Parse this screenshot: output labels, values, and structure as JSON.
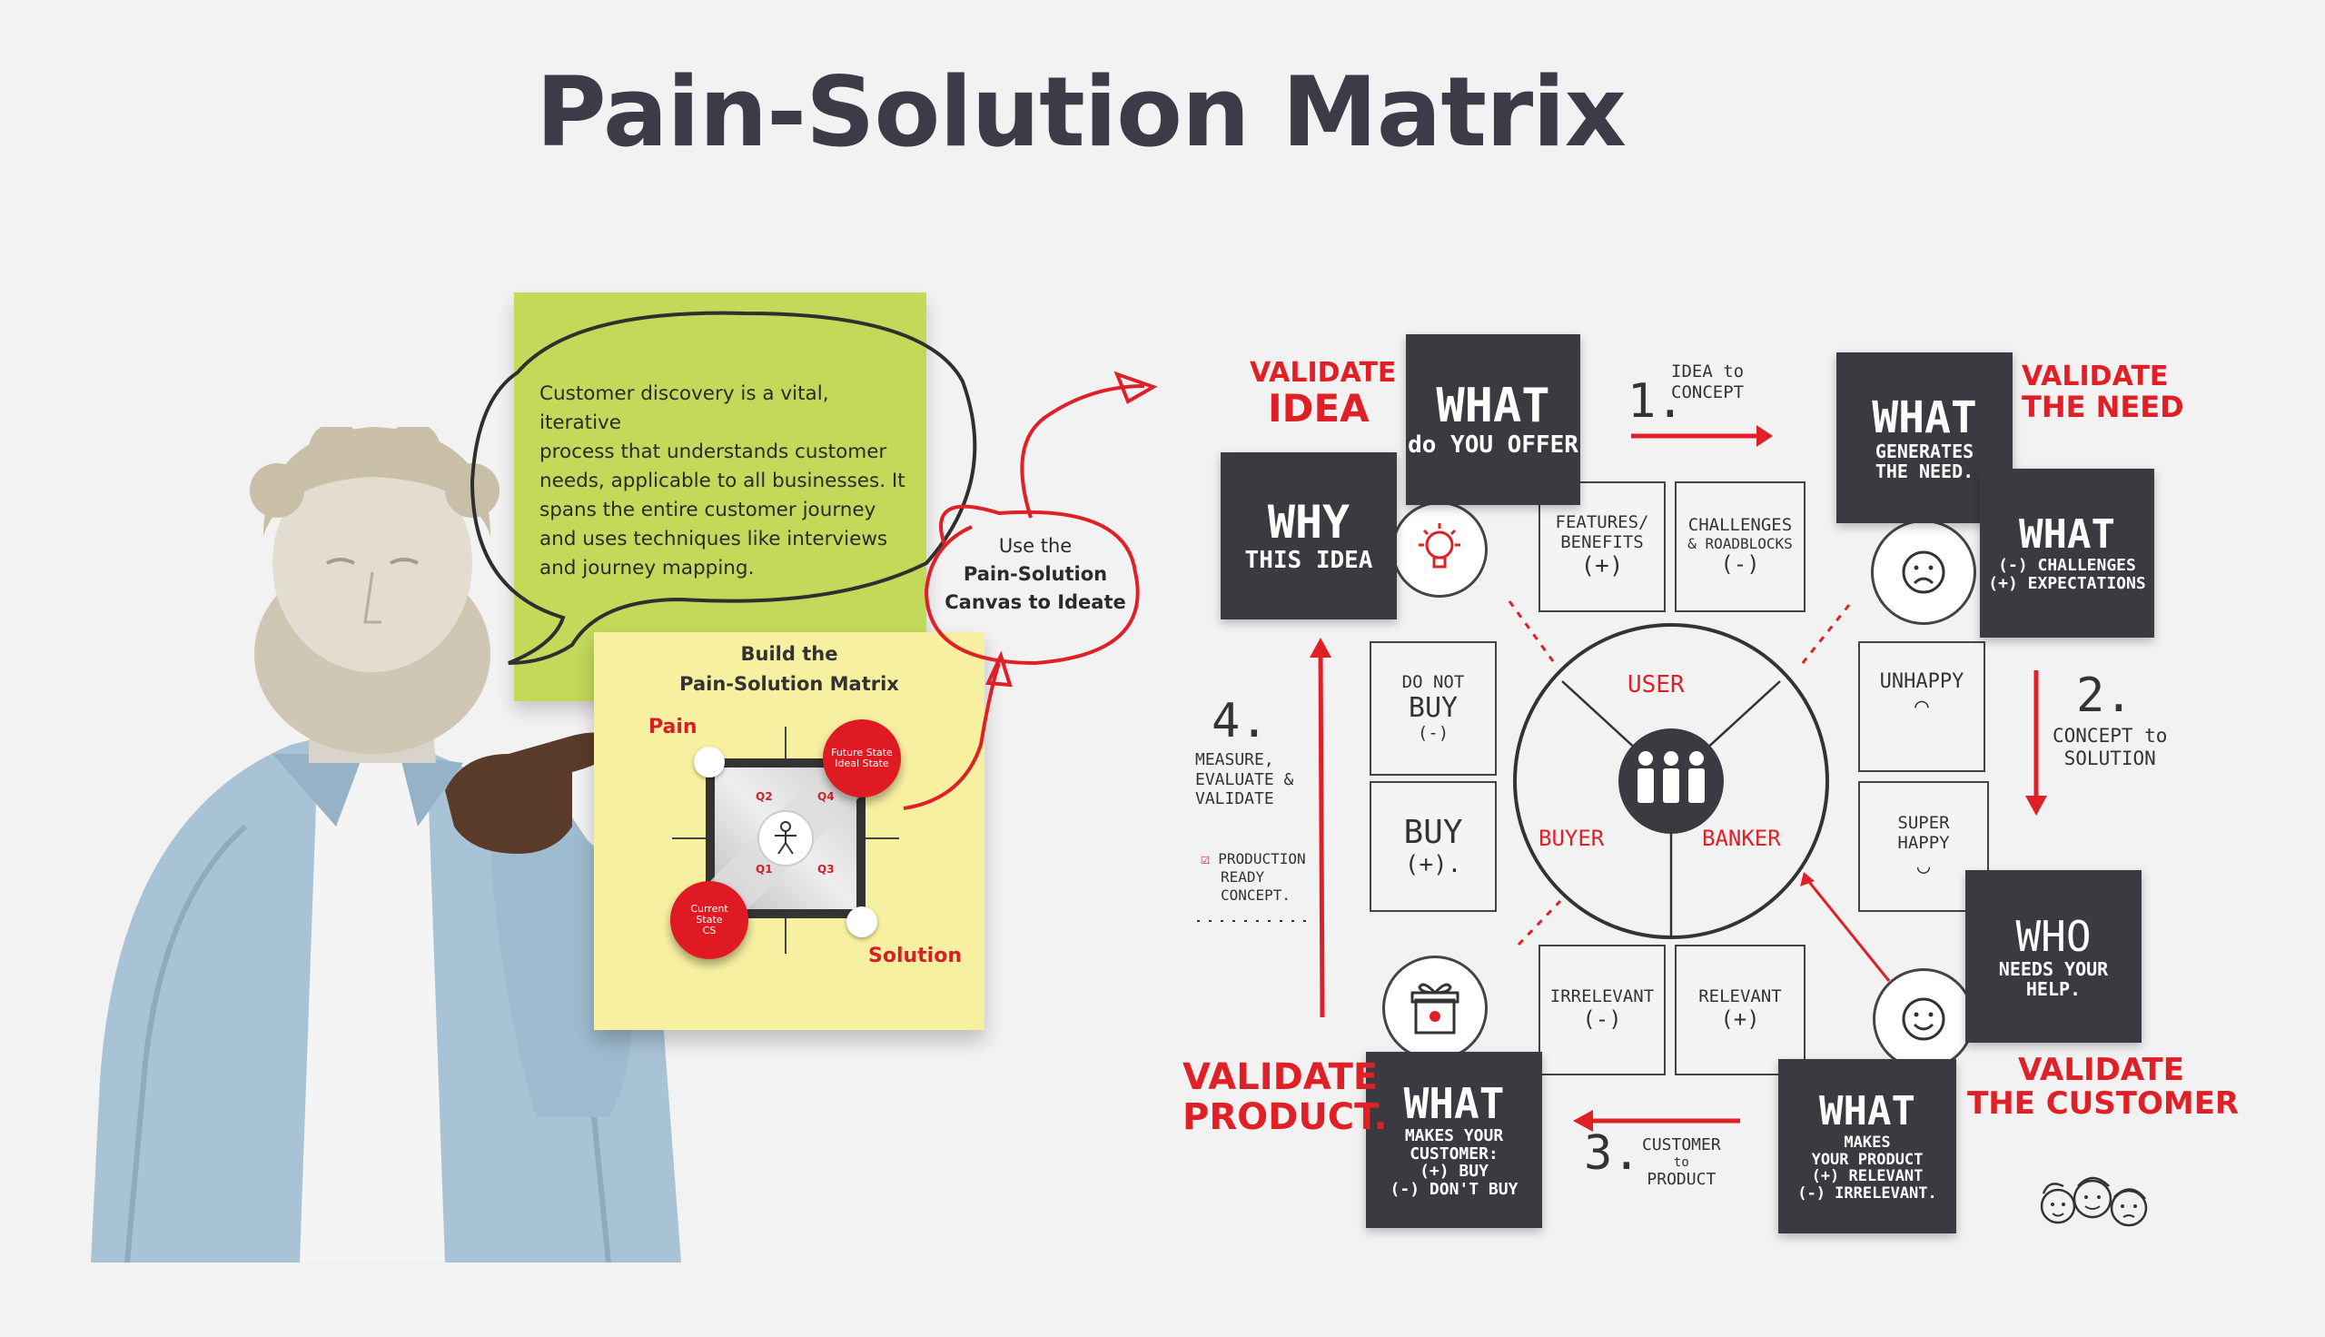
{
  "title": "Pain-Solution Matrix",
  "green_note": {
    "text_lines": [
      "Customer discovery is a vital, iterative",
      "process that understands customer",
      "needs, applicable to all businesses. It",
      "spans the entire  customer journey",
      "and uses techniques like interviews",
      "and journey  mapping."
    ]
  },
  "yellow_note": {
    "title_line1": "Build the",
    "title_line2": "Pain-Solution Matrix",
    "pain_label": "Pain",
    "solution_label": "Solution",
    "future_state": [
      "Future State",
      "Ideal State"
    ],
    "current_state": [
      "Current",
      "State",
      "CS"
    ],
    "q_labels": [
      "Q2",
      "Q4",
      "Q1",
      "Q3"
    ]
  },
  "canvas_note": {
    "line1": "Use the",
    "line2": "Pain-Solution",
    "line3": "Canvas to Ideate"
  },
  "canvas": {
    "what_offer": [
      "WHAT",
      "do YOU OFFER"
    ],
    "why_idea": [
      "WHY",
      "THIS IDEA"
    ],
    "what_need": [
      "WHAT",
      "GENERATES",
      "THE NEED."
    ],
    "what_challenges": [
      "WHAT",
      "(-) CHALLENGES",
      "(+) EXPECTATIONS"
    ],
    "who_help": [
      "WHO",
      "NEEDS YOUR",
      "HELP."
    ],
    "what_relevant": [
      "WHAT",
      "MAKES",
      "YOUR PRODUCT",
      "(+) RELEVANT",
      "(-) IRRELEVANT."
    ],
    "what_customer": [
      "WHAT",
      "MAKES YOUR",
      "CUSTOMER:",
      "(+) BUY",
      "(-) DON'T BUY"
    ],
    "features": [
      "FEATURES/",
      "BENEFITS",
      "(+)"
    ],
    "challenges": [
      "CHALLENGES",
      "& ROADBLOCKS",
      "(-)"
    ],
    "do_not_buy": [
      "DO NOT",
      "BUY",
      "(-)"
    ],
    "buy": [
      "BUY",
      "(+)."
    ],
    "unhappy": [
      "UNHAPPY"
    ],
    "super_happy": [
      "SUPER",
      "HAPPY"
    ],
    "irrelevant": [
      "IRRELEVANT",
      "(-)"
    ],
    "relevant": [
      "RELEVANT",
      "(+)"
    ],
    "user": "USER",
    "buyer": "BUYER",
    "banker": "BANKER",
    "validate_idea": [
      "VALIDATE",
      "IDEA"
    ],
    "validate_need": [
      "VALIDATE",
      "THE NEED"
    ],
    "validate_product": [
      "VALIDATE",
      "PRODUCT."
    ],
    "validate_customer": [
      "VALIDATE",
      "THE CUSTOMER"
    ],
    "step1_num": "1.",
    "step1": [
      "IDEA to",
      "CONCEPT"
    ],
    "step2_num": "2.",
    "step2": [
      "CONCEPT to",
      "SOLUTION"
    ],
    "step3_num": "3.",
    "step3": [
      "CUSTOMER",
      "to",
      "PRODUCT"
    ],
    "step4_num": "4.",
    "step4": [
      "MEASURE,",
      "EVALUATE &",
      "VALIDATE"
    ],
    "production": [
      "PRODUCTION",
      "READY",
      "CONCEPT."
    ]
  },
  "colors": {
    "title": "#3b3c47",
    "green_note": "#c3d95a",
    "yellow_note": "#f7f0a0",
    "accent_red": "#e02027",
    "dark_box": "#3a3a41"
  }
}
